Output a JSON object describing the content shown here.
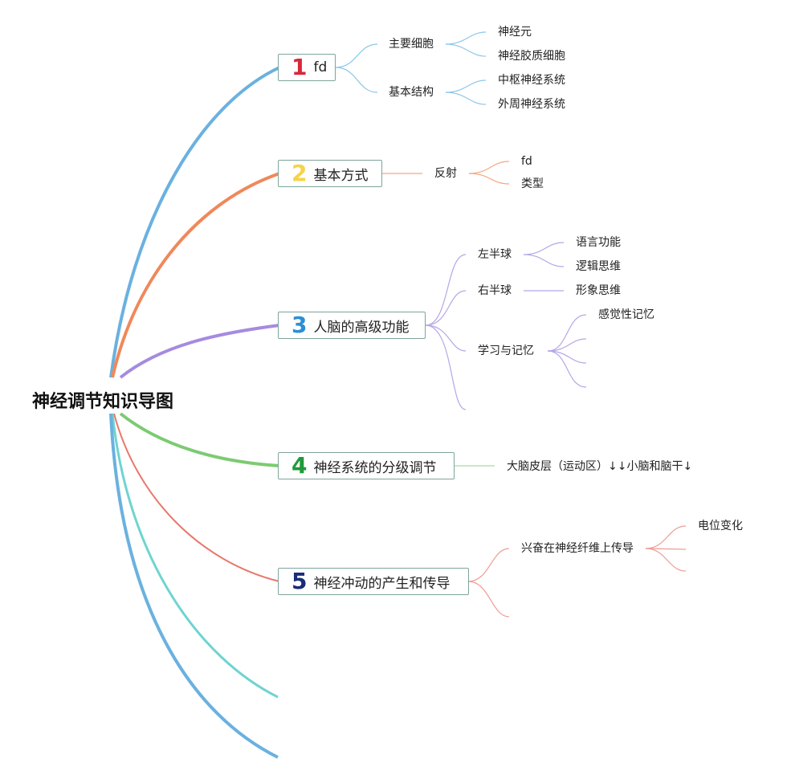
{
  "root": {
    "title": "神经调节知识导图"
  },
  "branch_colors": [
    "#6ab1e0",
    "#f0885a",
    "#a58bdf",
    "#7ccb72",
    "#e8786b",
    "#6fd4d0",
    "#6ab1e0"
  ],
  "topics": [
    {
      "num": "1",
      "num_color": "#d8283a",
      "label": "fd"
    },
    {
      "num": "2",
      "num_color": "#f5d34a",
      "label": "基本方式"
    },
    {
      "num": "3",
      "num_color": "#2a8fd8",
      "label": "人脑的高级功能"
    },
    {
      "num": "4",
      "num_color": "#1f9a3a",
      "label": "神经系统的分级调节"
    },
    {
      "num": "5",
      "num_color": "#1a2d7a",
      "label": "神经冲动的产生和传导"
    }
  ],
  "subtopics": {
    "t1": {
      "main_cells": "主要细胞",
      "basic_structure": "基本结构",
      "neuron": "神经元",
      "glial": "神经胶质细胞",
      "cns": "中枢神经系统",
      "pns": "外周神经系统"
    },
    "t2": {
      "reflex": "反射",
      "fd": "fd",
      "types": "类型"
    },
    "t3": {
      "left_hemi": "左半球",
      "right_hemi": "右半球",
      "learning": "学习与记忆",
      "language": "语言功能",
      "logic": "逻辑思维",
      "image": "形象思维",
      "sensory": "感觉性记忆"
    },
    "t4": {
      "cortex": "大脑皮层（运动区）↓↓小脑和脑干↓"
    },
    "t5": {
      "conduction": "兴奋在神经纤维上传导",
      "potential": "电位变化"
    }
  }
}
